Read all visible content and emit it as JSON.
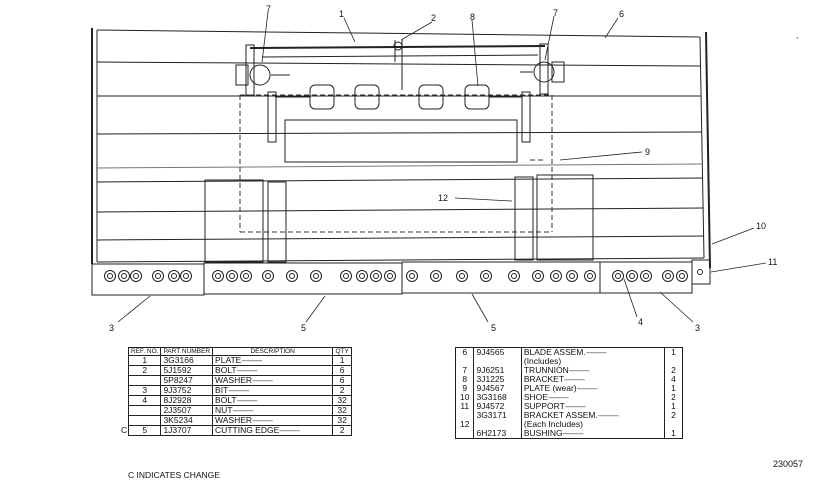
{
  "callouts": [
    {
      "id": "c1",
      "label": "1"
    },
    {
      "id": "c2",
      "label": "2"
    },
    {
      "id": "c6",
      "label": "6"
    },
    {
      "id": "c7a",
      "label": "7"
    },
    {
      "id": "c7b",
      "label": "7"
    },
    {
      "id": "c8",
      "label": "8"
    },
    {
      "id": "c9",
      "label": "9"
    },
    {
      "id": "c10",
      "label": "10"
    },
    {
      "id": "c11",
      "label": "11"
    },
    {
      "id": "c12",
      "label": "12"
    },
    {
      "id": "c3a",
      "label": "3"
    },
    {
      "id": "c3b",
      "label": "3"
    },
    {
      "id": "c4",
      "label": "4"
    },
    {
      "id": "c5a",
      "label": "5"
    },
    {
      "id": "c5b",
      "label": "5"
    }
  ],
  "parts_table_left": {
    "headers": {
      "ref_no": "REF. NO.",
      "part_number": "PART NUMBER",
      "description": "DESCRIPTION",
      "qty": "QTY"
    },
    "rows": [
      {
        "ref": "1",
        "part": "3G3166",
        "desc": "PLATE",
        "qty": "1"
      },
      {
        "ref": "2",
        "part": "5J1592",
        "desc": "BOLT",
        "qty": "6"
      },
      {
        "ref": "",
        "part": "5P8247",
        "desc": "WASHER",
        "qty": "6"
      },
      {
        "ref": "3",
        "part": "9J3752",
        "desc": "BIT",
        "qty": "2"
      },
      {
        "ref": "4",
        "part": "8J2928",
        "desc": "BOLT",
        "qty": "32"
      },
      {
        "ref": "",
        "part": "2J3507",
        "desc": "NUT",
        "qty": "32"
      },
      {
        "ref": "",
        "part": "3K5234",
        "desc": "WASHER",
        "qty": "32"
      },
      {
        "ref": "5",
        "part": "1J3707",
        "desc": "CUTTING EDGE",
        "qty": "2",
        "mark": "C"
      }
    ]
  },
  "parts_table_right": {
    "rows": [
      {
        "ref": "6",
        "part": "9J4565",
        "desc": "BLADE ASSEM.",
        "qty": "1"
      },
      {
        "ref": "",
        "part": "",
        "desc": "(Includes)",
        "qty": ""
      },
      {
        "ref": "7",
        "part": "9J6251",
        "desc": "TRUNNION",
        "qty": "2"
      },
      {
        "ref": "8",
        "part": "3J1225",
        "desc": "BRACKET",
        "qty": "4"
      },
      {
        "ref": "9",
        "part": "9J4567",
        "desc": "PLATE (wear)",
        "qty": "1"
      },
      {
        "ref": "10",
        "part": "3G3168",
        "desc": "SHOE",
        "qty": "2"
      },
      {
        "ref": "11",
        "part": "9J4572",
        "desc": "SUPPORT",
        "qty": "1"
      },
      {
        "ref": "",
        "part": "3G3171",
        "desc": "BRACKET ASSEM.",
        "qty": "2"
      },
      {
        "ref": "12",
        "part": "",
        "desc": "(Each Includes)",
        "qty": ""
      },
      {
        "ref": "",
        "part": "6H2173",
        "desc": "BUSHING",
        "qty": "1"
      }
    ]
  },
  "footnote": "C  INDICATES CHANGE",
  "drawing_number": "230057"
}
